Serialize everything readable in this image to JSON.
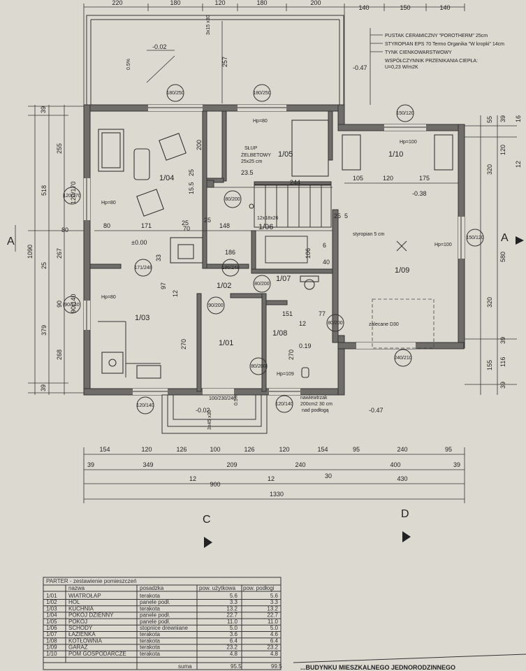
{
  "dims": {
    "top": [
      "220",
      "180",
      "120",
      "180",
      "200",
      "140",
      "150",
      "140"
    ],
    "bottom_row1": [
      "154",
      "120",
      "126",
      "100",
      "126",
      "120",
      "154",
      "95",
      "240",
      "95"
    ],
    "bottom_row2": [
      "39",
      "349",
      "209",
      "240",
      "400",
      "39"
    ],
    "bottom_row3": [
      "12",
      "900",
      "12",
      "30",
      "430"
    ],
    "bottom_total": "1330",
    "left": [
      "39",
      "255",
      "518",
      "120/170",
      "80",
      "267",
      "1090",
      "90/140",
      "379",
      "268",
      "39",
      "90",
      "25"
    ],
    "right": [
      "55",
      "39",
      "16",
      "120",
      "12",
      "320",
      "580",
      "320",
      "39",
      "116",
      "155",
      "39"
    ],
    "interior": [
      "23.5",
      "244",
      "105",
      "120",
      "175",
      "25",
      "200",
      "15.5",
      "25",
      "80",
      "171",
      "70",
      "25",
      "148",
      "25",
      "5",
      "186",
      "106",
      "6",
      "40",
      "33",
      "12",
      "97",
      "151",
      "12",
      "77",
      "270",
      "270",
      "0.19"
    ]
  },
  "spec": {
    "line1": "PUSTAK CERAMICZNY \"POROTHERM\" 25cm",
    "line2": "STYROPIAN EPS 70 Termo Organika \"W kropki\" 14cm",
    "line3": "TYNK CIENKOWARSTWOWY",
    "line4": "WSPÓŁCZYNNIK PRZENIKANIA CIEPŁA:",
    "line5": "U=0,23 W/m2K"
  },
  "levels": {
    "terrace": "-0.02",
    "top_right": "-0.47",
    "entry": "-0.02",
    "right_bottom": "-0.47",
    "ground": "±0.00",
    "garage": "-0.38",
    "slope_top": "0.5%",
    "slope_bottom": "0.5%"
  },
  "rooms": [
    {
      "id": "r104",
      "label": "1/04"
    },
    {
      "id": "r105",
      "label": "1/05"
    },
    {
      "id": "r110",
      "label": "1/10"
    },
    {
      "id": "r103",
      "label": "1/03"
    },
    {
      "id": "r102",
      "label": "1/02"
    },
    {
      "id": "r101",
      "label": "1/01"
    },
    {
      "id": "r106",
      "label": "1/06"
    },
    {
      "id": "r107",
      "label": "1/07"
    },
    {
      "id": "r108",
      "label": "1/08"
    },
    {
      "id": "r109",
      "label": "1/09"
    }
  ],
  "openings": {
    "w1": "180/250",
    "w2": "180/250",
    "w3": "150/120",
    "w4": "120/170",
    "w5": "150/120",
    "w6": "90/140",
    "w7": "120/140",
    "w8": "120/140",
    "w9": "171/248",
    "w10": "186/248",
    "d1": "80/200",
    "d2": "80/200",
    "d3": "90/200",
    "d4": "80/200",
    "d5": "80/200",
    "d6": "100/230/240",
    "d7": "240/210"
  },
  "notes": {
    "slup": "SŁUP",
    "slup2": "ŻELBETOWY",
    "slup3": "25x25 cm",
    "stairs": "12x18x26",
    "styro": "styropian 5 cm",
    "hp80_a": "Hp=80",
    "hp80_b": "Hp=80",
    "hp100_a": "Hp=100",
    "hp100_b": "Hp=100",
    "hp80_c": "Hp=80",
    "hp109": "Hp=109",
    "vent1": "nawiewtrzak",
    "vent2": "200cm2 30 cm",
    "vent3": "nad podłogą",
    "zalecane": "zalecane D30",
    "steps": "3x45 x30",
    "top_steps": "3x15 x30",
    "dim257": "257"
  },
  "sections": {
    "a_left": "A",
    "a_right": "A",
    "c": "C",
    "d": "D"
  },
  "table": {
    "title": "PARTER - zestawienie pomieszczeń",
    "headers": [
      "",
      "nazwa",
      "posadzka",
      "pow. użytkowa",
      "pow. podłogi"
    ],
    "rows": [
      [
        "1/01",
        "WIATROŁAP",
        "terakota",
        "5.6",
        "5.6"
      ],
      [
        "1/02",
        "HOL",
        "panele podł.",
        "3.3",
        "3.3"
      ],
      [
        "1/03",
        "KUCHNIA",
        "terakota",
        "13.2",
        "13.2"
      ],
      [
        "1/04",
        "POKÓJ DZIENNY",
        "panele podł.",
        "22.7",
        "22.7"
      ],
      [
        "1/05",
        "POKÓJ",
        "panele podł.",
        "11.0",
        "11.0"
      ],
      [
        "1/06",
        "SCHODY",
        "stopnice drewniane",
        "5.0",
        "5.0"
      ],
      [
        "1/07",
        "ŁAZIENKA",
        "terakota",
        "3.6",
        "4.6"
      ],
      [
        "1/08",
        "KOTŁOWNIA",
        "terakota",
        "6.4",
        "6.4"
      ],
      [
        "1/09",
        "GARAŻ",
        "terakota",
        "23.2",
        "23.2"
      ],
      [
        "1/10",
        "POM GOSPODARCZE",
        "terakota",
        "4.8",
        "4.8"
      ]
    ],
    "sum_label": "suma",
    "sum_usable": "95.5",
    "sum_floor": "99.5"
  },
  "footer": "...BUDYNKU MIESZKALNEGO JEDNORODZINNEGO"
}
